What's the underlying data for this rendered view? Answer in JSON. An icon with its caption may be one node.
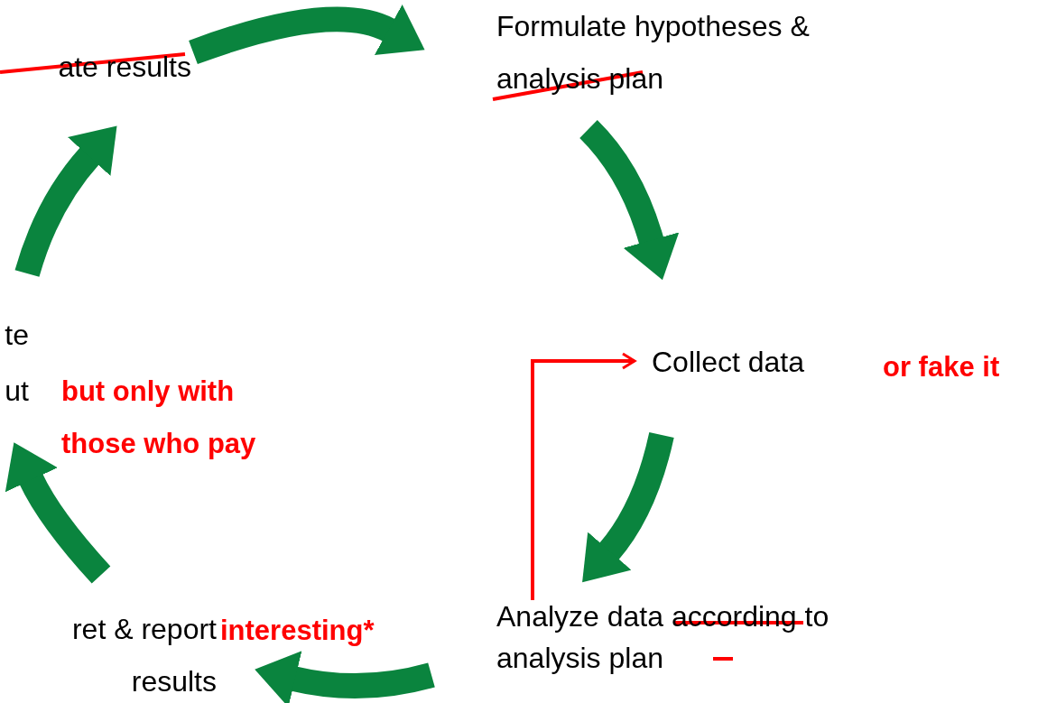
{
  "diagram": {
    "nodes": [
      {
        "text": [
          "ate results"
        ]
      },
      {
        "text": [
          "Formulate hypotheses & analysis plan"
        ]
      },
      {
        "text": [
          "Collect data"
        ],
        "beside": [
          "or fake it"
        ]
      },
      {
        "text": [
          "Analyze data according to analysis plan"
        ]
      },
      {
        "text": [
          "ret & report results"
        ],
        "beside": [
          "interesting*"
        ]
      },
      {
        "text": [
          "te ut"
        ],
        "beside": [
          "but only with those who pay"
        ]
      }
    ],
    "edges": [
      {
        "from": 0,
        "to": 1,
        "arrow": "to"
      },
      {
        "from": 1,
        "to": 2,
        "arrow": "to"
      },
      {
        "from": 2,
        "to": 3,
        "arrow": "to"
      },
      {
        "from": 3,
        "to": 4,
        "arrow": "to"
      },
      {
        "from": 4,
        "to": 5,
        "arrow": "to"
      },
      {
        "from": 5,
        "to": 0,
        "arrow": "to"
      },
      {
        "from": 3,
        "to": 2,
        "arrow": "to",
        "color": "#ff0000"
      }
    ]
  }
}
